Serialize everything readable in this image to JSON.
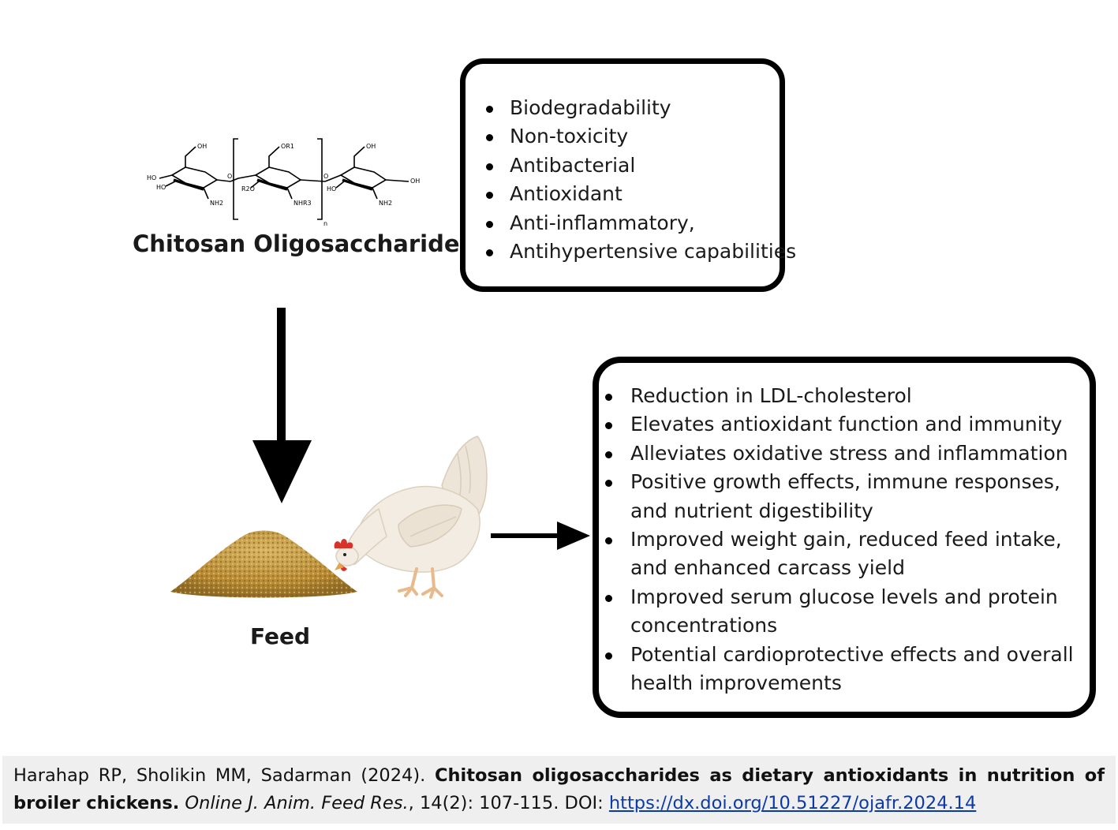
{
  "structure": {
    "atoms": [
      "OH",
      "HO",
      "HO",
      "NH2",
      "O",
      "OR1",
      "R2O",
      "NHR3",
      "O",
      "OH",
      "HO",
      "NH2",
      "OH",
      "n"
    ]
  },
  "compound_label": "Chitosan Oligosaccharide",
  "properties": [
    "Biodegradability",
    "Non-toxicity",
    "Antibacterial",
    "Antioxidant",
    "Anti-inflammatory,",
    "Antihypertensive capabilities"
  ],
  "feed_label": "Feed",
  "benefits": [
    "Reduction in LDL-cholesterol",
    "Elevates antioxidant function and immunity",
    "Alleviates oxidative stress and inflammation",
    "Positive growth effects, immune responses, and nutrient digestibility",
    "Improved weight gain, reduced feed intake, and enhanced carcass yield",
    "Improved serum glucose levels and protein concentrations",
    "Potential cardioprotective effects and overall health improvements"
  ],
  "citation": {
    "authors": "Harahap RP, Sholikin MM, Sadarman (2024). ",
    "title": "Chitosan oligosaccharides as dietary antioxidants in nutrition of broiler chickens.",
    "journal": "Online J. Anim. Feed Res.",
    "volume_pages": ", 14(2): 107-115. DOI: ",
    "doi_url": "https://dx.doi.org/10.51227/ojafr.2024.14"
  },
  "colors": {
    "feed": "#c9a24a",
    "chicken_body": "#f3ece2",
    "comb": "#d6332a",
    "legs": "#e8b98a",
    "link": "#0b3aa8",
    "citation_bg": "#efefef"
  }
}
